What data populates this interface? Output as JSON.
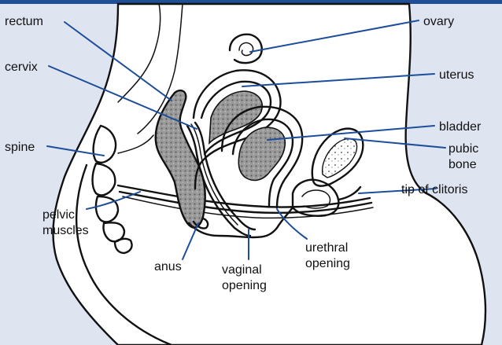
{
  "colors": {
    "background": "#dfe4f1",
    "body_fill": "#ffffff",
    "top_band": "#1f4f95",
    "leader_lines": "#1d4e9a",
    "outline": "#111111",
    "muscle_shading": "#8a8a8a"
  },
  "labels": {
    "rectum": "rectum",
    "cervix": "cervix",
    "spine": "spine",
    "pelvic_muscles_line1": "pelvic",
    "pelvic_muscles_line2": "muscles",
    "anus": "anus",
    "vaginal_opening_line1": "vaginal",
    "vaginal_opening_line2": "opening",
    "urethral_opening_line1": "urethral",
    "urethral_opening_line2": "opening",
    "ovary": "ovary",
    "uterus": "uterus",
    "bladder": "bladder",
    "pubic_bone_line1": "pubic",
    "pubic_bone_line2": "bone",
    "tip_of_clitoris": "tip of clitoris"
  }
}
